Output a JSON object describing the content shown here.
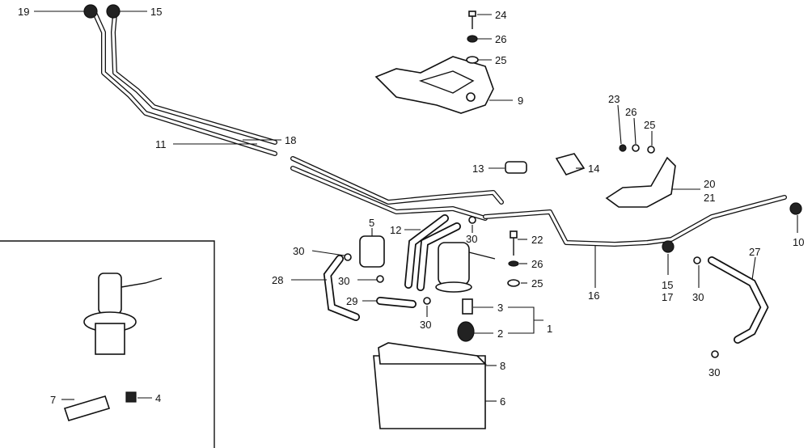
{
  "title": "Fuel pipe / fuel pump parts diagram",
  "callouts": {
    "c19": "19",
    "c15a": "15",
    "c24": "24",
    "c26a": "26",
    "c25a": "25",
    "c9": "9",
    "c23": "23",
    "c26b": "26",
    "c25b": "25",
    "c11": "11",
    "c18": "18",
    "c13": "13",
    "c14": "14",
    "c20": "20",
    "c21": "21",
    "c10": "10",
    "c5": "5",
    "c12": "12",
    "c30a": "30",
    "c22": "22",
    "c30b": "30",
    "c26c": "26",
    "c28": "28",
    "c30c": "30",
    "c25c": "25",
    "c16": "16",
    "c15b": "15",
    "c17": "17",
    "c30d": "30",
    "c27": "27",
    "c29": "29",
    "c3": "3",
    "c30e": "30",
    "c2": "2",
    "c1": "1",
    "c8": "8",
    "c6": "6",
    "c7": "7",
    "c4": "4",
    "c30f": "30"
  }
}
